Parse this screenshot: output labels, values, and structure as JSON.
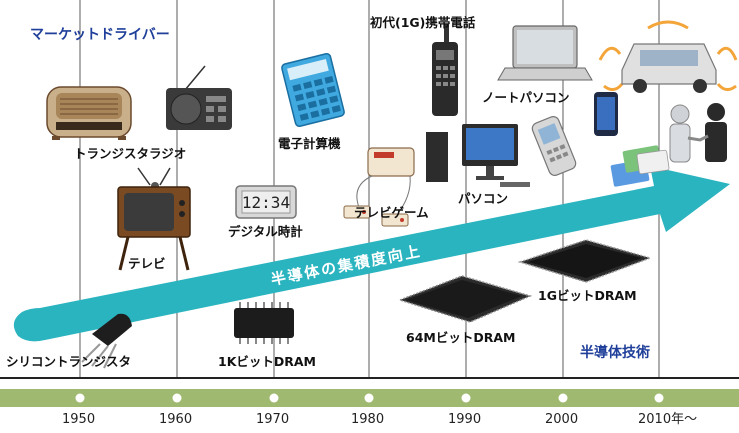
{
  "headings": {
    "market_drivers": "マーケットドライバー",
    "semiconductor_tech": "半導体技術"
  },
  "arrow_text": "半導体の集積度向上",
  "products": {
    "transistor_radio": "トランジスタラジオ",
    "tv": "テレビ",
    "digital_clock": "デジタル時計",
    "calculator": "電子計算機",
    "video_game": "テレビゲーム",
    "first_gen_phone": "初代(1G)携帯電話",
    "personal_computer": "パソコン",
    "notebook_pc": "ノートパソコン"
  },
  "technologies": {
    "silicon_transistor": "シリコントランジスタ",
    "dram_1k": "1KビットDRAM",
    "dram_64m": "64MビットDRAM",
    "dram_1g": "1GビットDRAM"
  },
  "timeline": {
    "years": [
      "1950",
      "1960",
      "1970",
      "1980",
      "1990",
      "2000",
      "2010年～"
    ]
  },
  "colors": {
    "heading_blue": "#1f3f9a",
    "arrow_teal": "#2ab4bf",
    "timeline_green": "#9fba70",
    "grid_line": "#333333",
    "baseline": "#222222"
  },
  "icons": [
    "radio-icon",
    "shortwave-radio-icon",
    "tv-icon",
    "digital-clock-icon",
    "calculator-icon",
    "game-console-icon",
    "mobile-phone-icon",
    "desktop-pc-icon",
    "laptop-icon",
    "feature-phone-icon",
    "smartphone-icon",
    "ic-card-icon",
    "self-driving-car-icon",
    "robot-handshake-icon",
    "transistor-icon",
    "dram-chip-icon"
  ]
}
